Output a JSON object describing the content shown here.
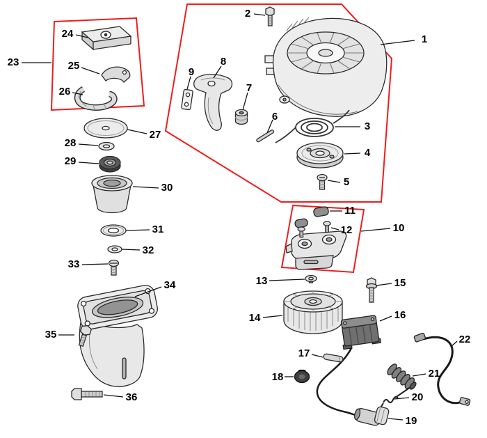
{
  "colors": {
    "group_outline": "#ee1c1c",
    "leader_line": "#111111",
    "callout_text": "#000000",
    "background": "#ffffff"
  },
  "callouts": [
    "1",
    "2",
    "3",
    "4",
    "5",
    "6",
    "7",
    "8",
    "9",
    "10",
    "11",
    "12",
    "13",
    "14",
    "15",
    "16",
    "17",
    "18",
    "19",
    "20",
    "21",
    "22",
    "23",
    "24",
    "25",
    "26",
    "27",
    "28",
    "29",
    "30",
    "31",
    "32",
    "33",
    "34",
    "35",
    "36"
  ]
}
